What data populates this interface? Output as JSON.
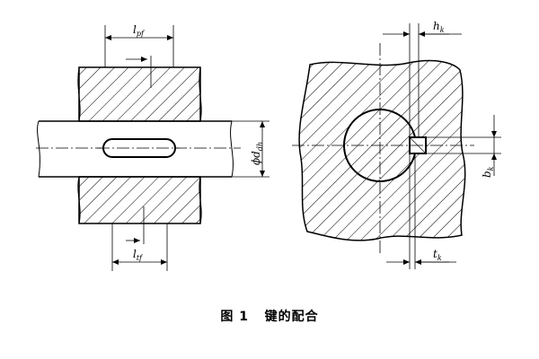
{
  "labels": {
    "l_pf": {
      "main": "l",
      "sub": "pf"
    },
    "l_tf": {
      "main": "l",
      "sub": "tf"
    },
    "d_dh": {
      "main": "ϕd",
      "sub": "dh"
    },
    "h_k": {
      "main": "h",
      "sub": "k"
    },
    "b_k": {
      "main": "b",
      "sub": "k"
    },
    "t_k": {
      "main": "t",
      "sub": "k"
    }
  },
  "caption": {
    "figure_no": "图 1",
    "title": "键的配合"
  }
}
